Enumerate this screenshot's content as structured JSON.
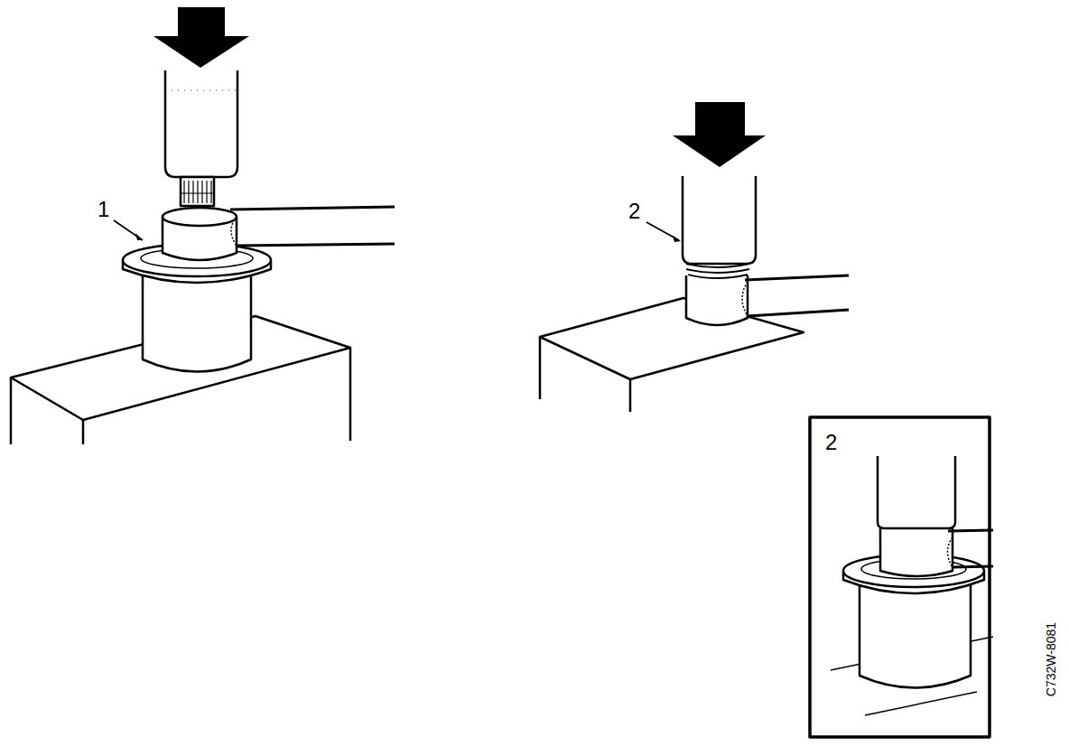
{
  "diagram": {
    "labels": [
      "1",
      "2",
      "2",
      "C732W-8081"
    ]
  }
}
